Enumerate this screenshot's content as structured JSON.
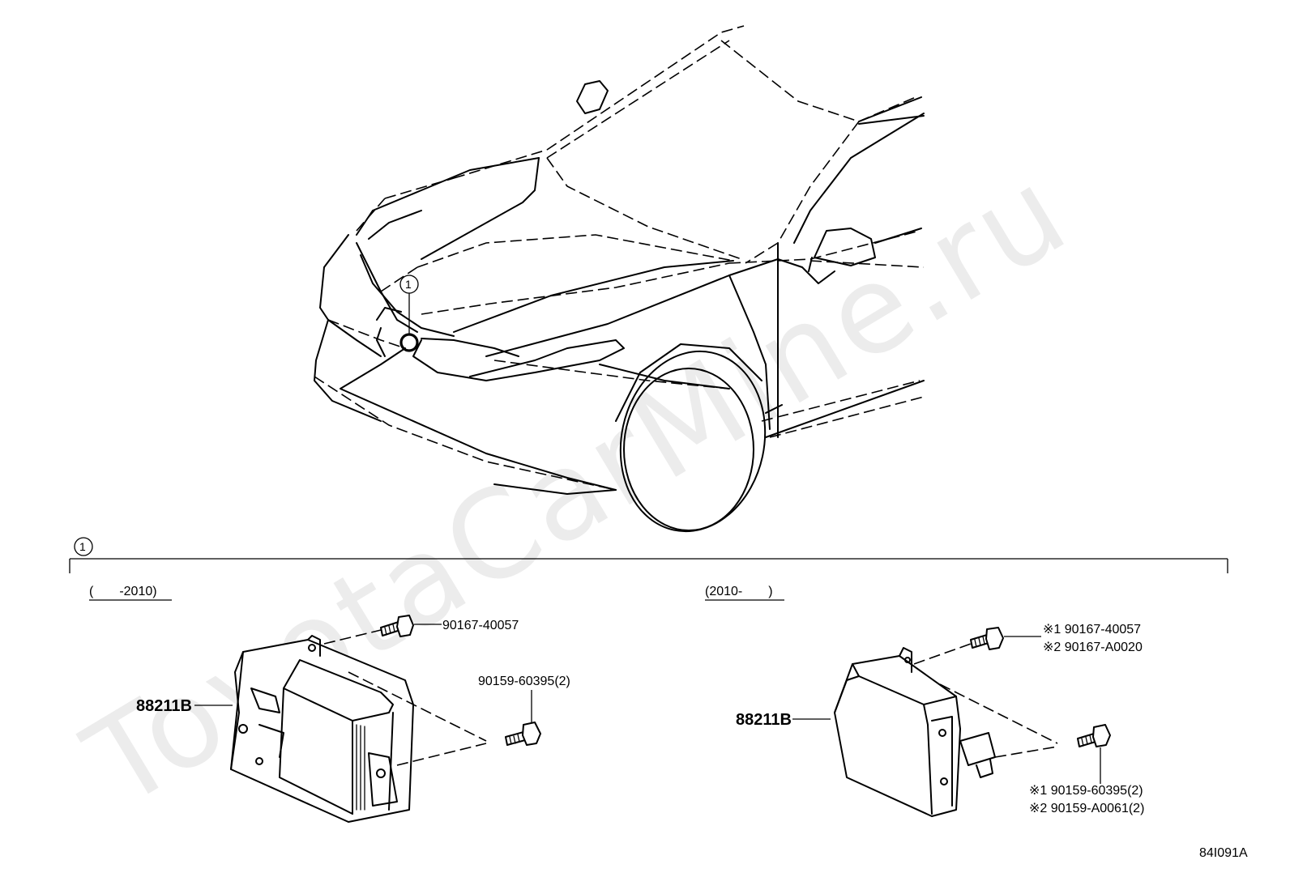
{
  "diagram": {
    "callout_marker": "1",
    "detail_marker": "1",
    "left_variant": {
      "date_range": "(　　-2010)",
      "part_main": "88211B",
      "part_bolt": "90167-40057",
      "part_screw": "90159-60395(2)"
    },
    "right_variant": {
      "date_range": "(2010-　　)",
      "part_main": "88211B",
      "bolt_line1": "※1 90167-40057",
      "bolt_line2": "※2 90167-A0020",
      "screw_line1": "※1 90159-60395(2)",
      "screw_line2": "※2 90159-A0061(2)"
    },
    "figure_code": "84I091A",
    "watermark": "ToyotaCarMine.ru"
  }
}
